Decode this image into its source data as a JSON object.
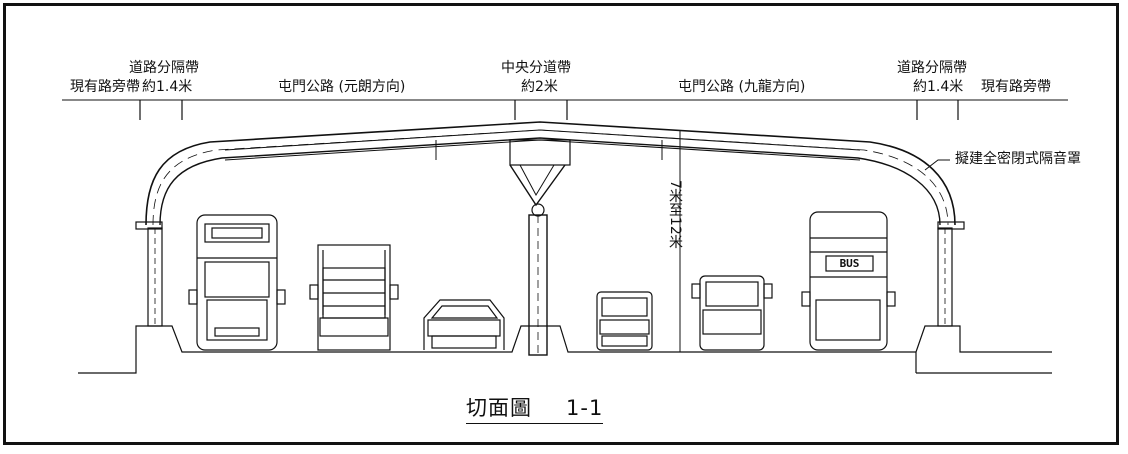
{
  "labels": {
    "existing_verge_left": "現有路旁帶",
    "divider_left_title": "道路分隔帶",
    "divider_left_width": "約1.4米",
    "carriageway_left": "屯門公路 (元朗方向)",
    "median_title": "中央分道帶",
    "median_width": "約2米",
    "carriageway_right": "屯門公路 (九龍方向)",
    "divider_right_title": "道路分隔帶",
    "divider_right_width": "約1.4米",
    "existing_verge_right": "現有路旁帶",
    "enclosure": "擬建全密閉式隔音罩",
    "height_dim": "7米至12米",
    "bus_sign": "BUS"
  },
  "title": {
    "text": "切面圖",
    "number": "1-1"
  },
  "vehicles": [
    "double-decker-bus-left",
    "truck",
    "car",
    "van",
    "light-truck",
    "double-decker-bus-right"
  ]
}
